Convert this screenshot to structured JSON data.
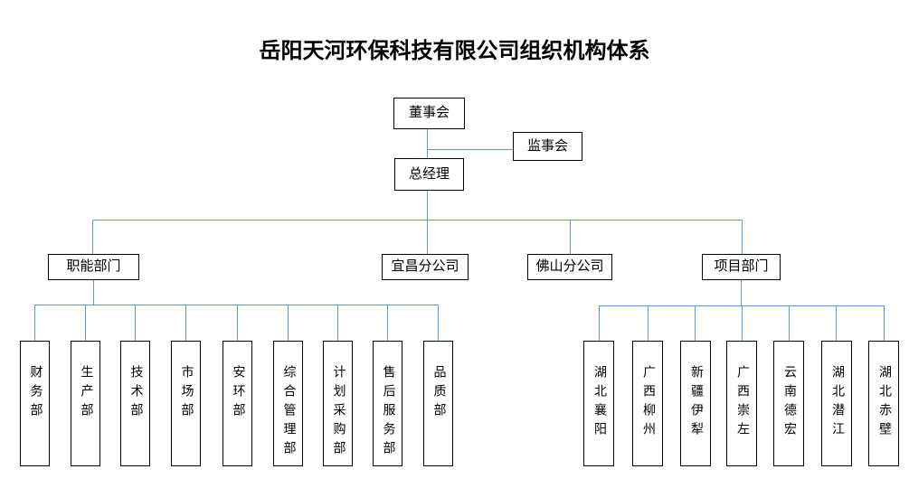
{
  "page_title": "岳阳天河环保科技有限公司组织机构体系",
  "org": {
    "board": "董事会",
    "supervisory": "监事会",
    "general_manager": "总经理",
    "branches": [
      "职能部门",
      "宜昌分公司",
      "佛山分公司",
      "项目部门"
    ],
    "functional_departments": [
      "财务部",
      "生产部",
      "技术部",
      "市场部",
      "安环部",
      "综合管理部",
      "计划采购部",
      "售后服务部",
      "品质部"
    ],
    "project_offices": [
      "湖北襄阳",
      "广西柳州",
      "新疆伊犁",
      "广西崇左",
      "云南德宏",
      "湖北潜江",
      "湖北赤壁"
    ]
  },
  "colors": {
    "connector": "#5B9BD5",
    "box_border": "#000000",
    "text": "#000000",
    "background": "#FFFFFF"
  }
}
